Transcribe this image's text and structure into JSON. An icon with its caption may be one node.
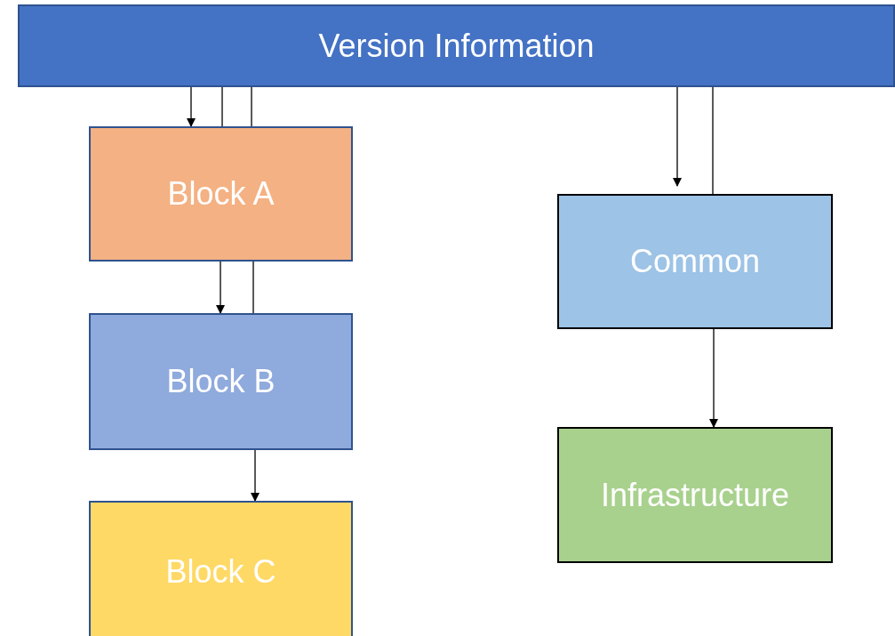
{
  "diagram": {
    "nodes": [
      {
        "text": [
          "Version Information"
        ]
      },
      {
        "text": [
          "Block A"
        ]
      },
      {
        "text": [
          "Block B"
        ]
      },
      {
        "text": [
          "Block C"
        ]
      },
      {
        "text": [
          "Common"
        ]
      },
      {
        "text": [
          "Infrastructure"
        ]
      }
    ],
    "edges": [
      {
        "from": 0,
        "to": 1,
        "arrow": "to"
      },
      {
        "from": 0,
        "to": 1,
        "arrow": "none"
      },
      {
        "from": 0,
        "to": 1,
        "arrow": "none"
      },
      {
        "from": 1,
        "to": 2,
        "arrow": "to"
      },
      {
        "from": 1,
        "to": 2,
        "arrow": "none"
      },
      {
        "from": 2,
        "to": 3,
        "arrow": "to"
      },
      {
        "from": 0,
        "to": 4,
        "arrow": "to"
      },
      {
        "from": 0,
        "to": 4,
        "arrow": "none"
      },
      {
        "from": 4,
        "to": 5,
        "arrow": "to"
      }
    ]
  }
}
